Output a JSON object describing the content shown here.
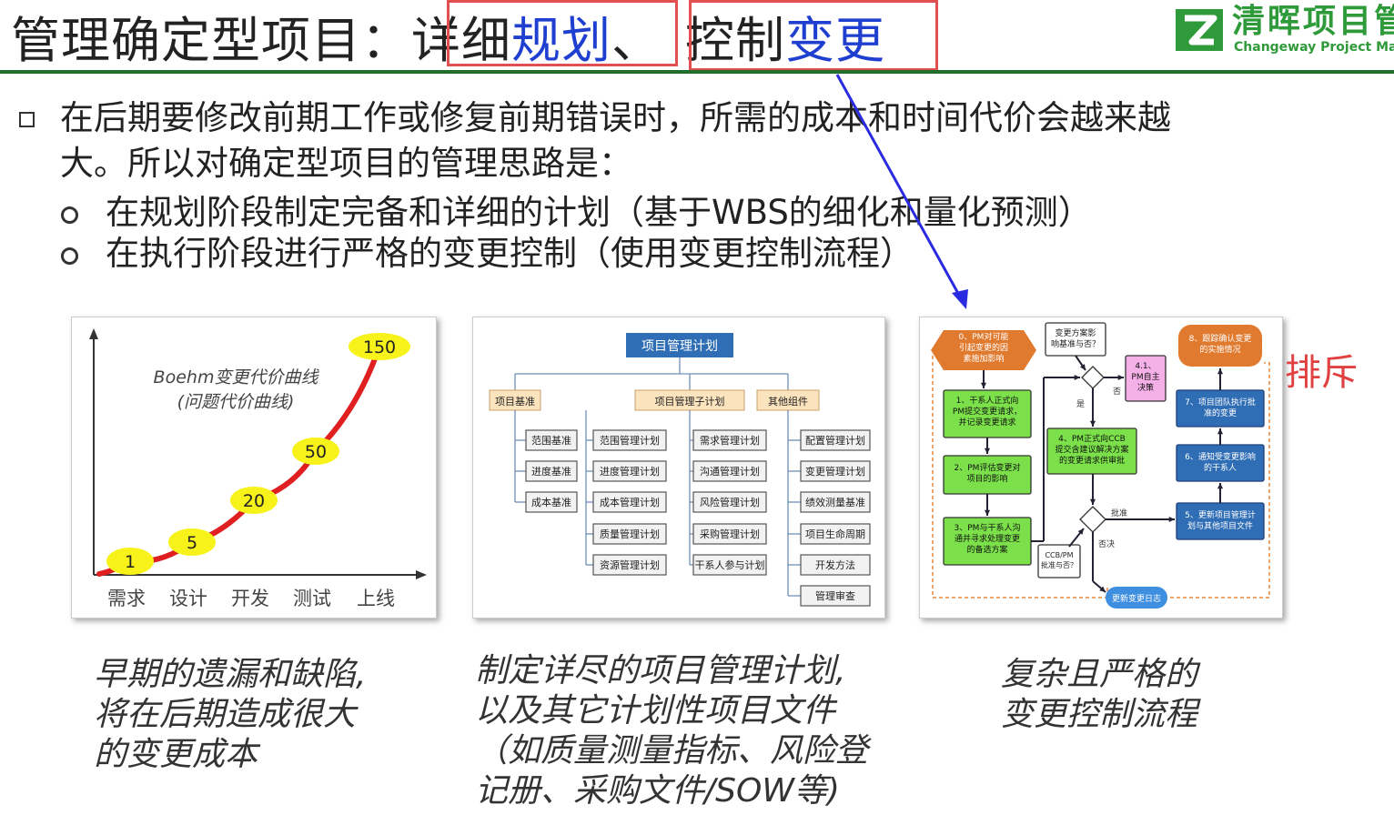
{
  "title": {
    "part1": "管理确定型项目：",
    "part2": "详细",
    "part3": "规划",
    "part4": "、",
    "part5": "控制",
    "part6": "变更"
  },
  "logo": {
    "cn": "清晖项目管",
    "en": "Changeway Project Mana"
  },
  "bullets": {
    "main_line1": "在后期要修改前期工作或修复前期错误时，所需的成本和时间代价会越来越",
    "main_line2": "大。所以对确定型项目的管理思路是：",
    "sub1": "在规划阶段制定完备和详细的计划（基于WBS的细化和量化预测）",
    "sub2": "在执行阶段进行严格的变更控制（使用变更控制流程）"
  },
  "boehm": {
    "title_line1": "Boehm变更代价曲线",
    "title_line2": "(问题代价曲线)",
    "chart_data": {
      "type": "line",
      "title": "Boehm变更代价曲线",
      "categories": [
        "需求",
        "设计",
        "开发",
        "测试",
        "上线"
      ],
      "values": [
        1,
        5,
        20,
        50,
        150
      ],
      "xlabel": "",
      "ylabel": "",
      "line_color": "#e02020",
      "label_bg": "#f6f21a"
    }
  },
  "plan": {
    "root": "项目管理计划",
    "groups": [
      "项目基准",
      "项目管理子计划",
      "其他组件"
    ],
    "baselines": [
      "范围基准",
      "进度基准",
      "成本基准"
    ],
    "subplans_a": [
      "范围管理计划",
      "进度管理计划",
      "成本管理计划",
      "质量管理计划",
      "资源管理计划"
    ],
    "subplans_b": [
      "需求管理计划",
      "沟通管理计划",
      "风险管理计划",
      "采购管理计划",
      "干系人参与计划"
    ],
    "others": [
      "配置管理计划",
      "变更管理计划",
      "绩效测量基准",
      "项目生命周期",
      "开发方法",
      "管理审查"
    ]
  },
  "flow": {
    "n0": [
      "0、PM对可能",
      "引起变更的因",
      "素施加影响"
    ],
    "n1": [
      "1、干系人正式向",
      "PM提交变更请求，",
      "并记录变更请求"
    ],
    "n2": [
      "2、PM评估变更对",
      "项目的影响"
    ],
    "n3": [
      "3、PM与干系人沟",
      "通并寻求处理变更",
      "的备选方案"
    ],
    "q1": [
      "变更方案影",
      "响基准与否？"
    ],
    "n41": [
      "4.1、",
      "PM自主",
      "决策"
    ],
    "n4": [
      "4、PM正式向CCB",
      "提交含建议解决方案",
      "的变更请求供审批"
    ],
    "q2": [
      "CCB/PM",
      "批准与否？"
    ],
    "n8": [
      "8、跟踪确认变更",
      "的实施情况"
    ],
    "n7": [
      "7、项目团队执行批",
      "准的变更"
    ],
    "n6": [
      "6、通知受变更影响",
      "的干系人"
    ],
    "n5": [
      "5、更新项目管理计",
      "划与其他项目文件"
    ],
    "log": "更新变更日志",
    "yes": "是",
    "no": "否",
    "approve": "批准",
    "reject": "否决"
  },
  "exclusive_note": "排斥",
  "captions": {
    "c1": [
      "早期的遗漏和缺陷,",
      "将在后期造成很大",
      "的变更成本"
    ],
    "c2": [
      "制定详尽的项目管理计划,",
      "以及其它计划性项目文件",
      "（如质量测量指标、风险登",
      "记册、采购文件/SOW等)"
    ],
    "c3": [
      "复杂且严格的",
      "变更控制流程"
    ]
  },
  "colors": {
    "title_blue": "#1f3fd0",
    "frame_red": "#e05050",
    "rule_green": "#1f6e2a",
    "logo_green": "#2e9a3a",
    "arrow_blue": "#2a2ae0"
  }
}
